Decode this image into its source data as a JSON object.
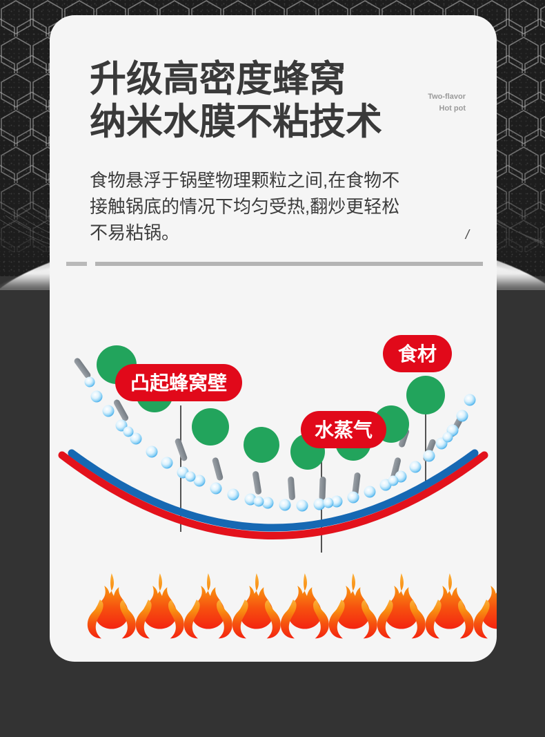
{
  "card": {
    "headline_line1": "升级高密度蜂窝",
    "headline_line2": "纳米水膜不粘技术",
    "corner_en_line1": "Two-flavor",
    "corner_en_line2": "Hot pot",
    "body_text": "食物悬浮于锅壁物理颗粒之间,在食物不接触锅底的情况下均匀受热,翻炒更轻松不易粘锅。",
    "slash_mark": "/"
  },
  "diagram": {
    "labels": {
      "honeycomb_wall": "凸起蜂窝壁",
      "water_vapor": "水蒸气",
      "ingredient": "食材"
    },
    "colors": {
      "badge_red": "#e1091a",
      "arc_outer_red": "#e3121c",
      "arc_inner_blue": "#1668b3",
      "food_green": "#22a45c",
      "bubble_blue": "#4ab4ef",
      "pillar_gray": "#8a9096",
      "flame_orange": "#f98d11",
      "flame_red": "#f42410",
      "card_bg": "#f5f5f5",
      "page_bg": "#333333",
      "headline_text": "#3a3a3a",
      "body_text": "#3c3c3c",
      "divider_gray": "#b4b4b4"
    },
    "flame_count": 9,
    "food_circle_count": 9,
    "pillar_count": 13,
    "bubble_count": 33
  }
}
